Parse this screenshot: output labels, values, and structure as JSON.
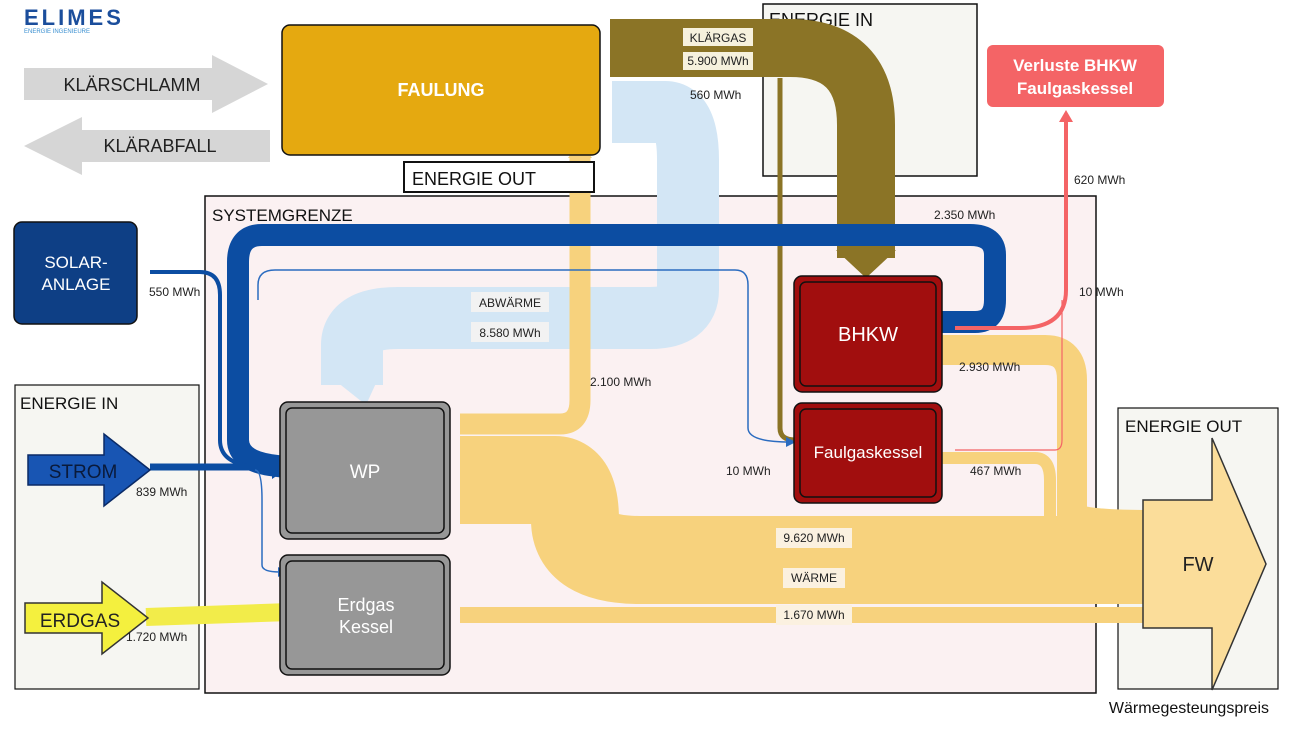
{
  "logo": {
    "name": "ELIMES",
    "tagline": "ENERGIE INGENIEURE"
  },
  "inputs": {
    "klaerschlamm": "KLÄRSCHLAMM",
    "klaerabfall": "KLÄRABFALL"
  },
  "boxes": {
    "faulung": "FAULUNG",
    "solar_line1": "SOLAR-",
    "solar_line2": "ANLAGE",
    "wp": "WP",
    "erdgas_kessel_line1": "Erdgas",
    "erdgas_kessel_line2": "Kessel",
    "bhkw": "BHKW",
    "faulgaskessel": "Faulgaskessel",
    "verluste_line1": "Verluste BHKW",
    "verluste_line2": "Faulgaskessel",
    "fw": "FW"
  },
  "sources": {
    "strom": "STROM",
    "erdgas": "ERDGAS"
  },
  "regions": {
    "energie_in_top": "ENERGIE IN",
    "energie_out_top": "ENERGIE OUT",
    "systemgrenze": "SYSTEMGRENZE",
    "energie_in_left": "ENERGIE IN",
    "energie_out_right": "ENERGIE OUT"
  },
  "flows": {
    "klaergas_label": "KLÄRGAS",
    "klaergas_value": "5.900 MWh",
    "faulung_heat": "560 MWh",
    "abwaerme_label": "ABWÄRME",
    "abwaerme_value": "8.580 MWh",
    "wp_to_faulung": "2.100 MWh",
    "bhkw_strom": "2.350 MWh",
    "verluste": "620 MWh",
    "verluste_fgk": "10 MWh",
    "bhkw_waerme": "2.930 MWh",
    "faulgaskessel_waerme": "467 MWh",
    "strom_to_fgk": "10 MWh",
    "solar_value": "550 MWh",
    "strom_value": "839 MWh",
    "erdgas_value": "1.720 MWh",
    "wp_waerme": "9.620 MWh",
    "waerme_label": "WÄRME",
    "kessel_waerme": "1.670 MWh"
  },
  "footer": "Wärmegesteungspreis",
  "colors": {
    "faulung": "#E5A910",
    "klaergas": "#8B7426",
    "abwaerme": "#D3E6F5",
    "heat": "#F7D27D",
    "strom": "#0C4DA2",
    "solar": "#0E3F85",
    "bhkw": "#A10E0E",
    "verluste": "#F46466",
    "erdgas": "#F2EC4A",
    "machine": "#979797",
    "region_fill": "#F6F6F2",
    "system_fill": "#FBF1F2"
  }
}
